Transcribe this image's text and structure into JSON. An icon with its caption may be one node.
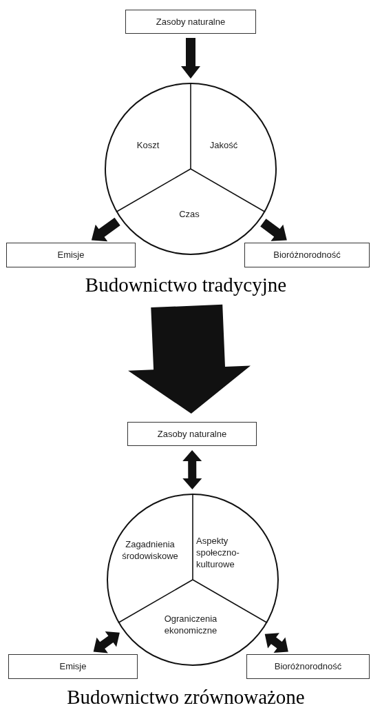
{
  "diagram": {
    "nodes": [
      {
        "text": [
          "Zasoby naturalne"
        ]
      },
      {
        "text": [
          "Koszt",
          "Jakość",
          "Czas"
        ]
      },
      {
        "text": [
          "Emisje"
        ]
      },
      {
        "text": [
          "Bioróżnorodność"
        ]
      },
      {
        "text": [
          "Budownictwo tradycyjne"
        ]
      },
      {
        "text": [
          "Zasoby naturalne"
        ]
      },
      {
        "text": [
          "Zagadnienia środowiskowe",
          "Aspekty społeczno- kulturowe",
          "Ograniczenia ekonomiczne"
        ]
      },
      {
        "text": [
          "Emisje"
        ]
      },
      {
        "text": [
          "Bioróżnorodność"
        ]
      },
      {
        "text": [
          "Budownictwo zrównoważone"
        ]
      }
    ],
    "edges": [
      {
        "from": 0,
        "to": 1,
        "arrow": "to"
      },
      {
        "from": 1,
        "to": 2,
        "arrow": "to"
      },
      {
        "from": 1,
        "to": 3,
        "arrow": "to"
      },
      {
        "from": 4,
        "to": 5,
        "arrow": "to"
      },
      {
        "from": 5,
        "to": 6,
        "arrow": "both"
      },
      {
        "from": 6,
        "to": 7,
        "arrow": "both"
      },
      {
        "from": 6,
        "to": 8,
        "arrow": "both"
      }
    ]
  }
}
